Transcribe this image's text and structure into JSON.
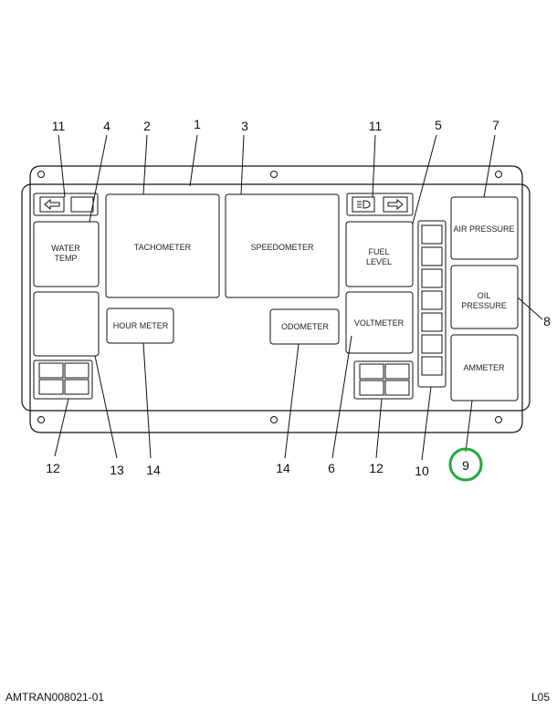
{
  "labels": {
    "water_temp_1": "WATER",
    "water_temp_2": "TEMP",
    "tachometer": "TACHOMETER",
    "speedometer": "SPEEDOMETER",
    "fuel_level_1": "FUEL",
    "fuel_level_2": "LEVEL",
    "air_pressure": "AIR PRESSURE",
    "oil_pressure_1": "OIL",
    "oil_pressure_2": "PRESSURE",
    "hour_meter": "HOUR METER",
    "odometer": "ODOMETER",
    "voltmeter": "VOLTMETER",
    "ammeter": "AMMETER"
  },
  "callouts": {
    "c11_left": "11",
    "c4": "4",
    "c2": "2",
    "c1": "1",
    "c3": "3",
    "c11_right": "11",
    "c5": "5",
    "c7": "7",
    "c8": "8",
    "c12_left": "12",
    "c13": "13",
    "c14_left": "14",
    "c14_right": "14",
    "c6": "6",
    "c12_right": "12",
    "c10": "10",
    "c9": "9"
  },
  "colors": {
    "highlight_circle": "#22a83a"
  },
  "footer": {
    "left": "AMTRAN008021-01",
    "right": "L05"
  }
}
